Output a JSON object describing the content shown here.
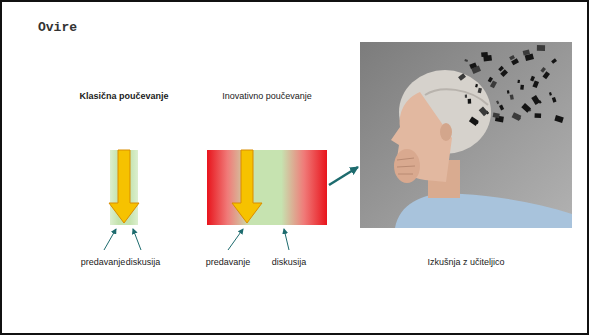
{
  "diagram": {
    "title": "Ovire",
    "nodes": [
      {
        "text": [
          "Klasična poučevanje"
        ]
      },
      {
        "text": [
          "Inovativno poučevanje"
        ]
      },
      {
        "text": [
          "Izkušnja z učiteljico"
        ]
      }
    ],
    "edges": [
      {
        "from": 1,
        "to": 2,
        "arrow": "to"
      }
    ],
    "labels": [
      "predavanje",
      "diskusija",
      "predavanje",
      "diskusija"
    ]
  }
}
